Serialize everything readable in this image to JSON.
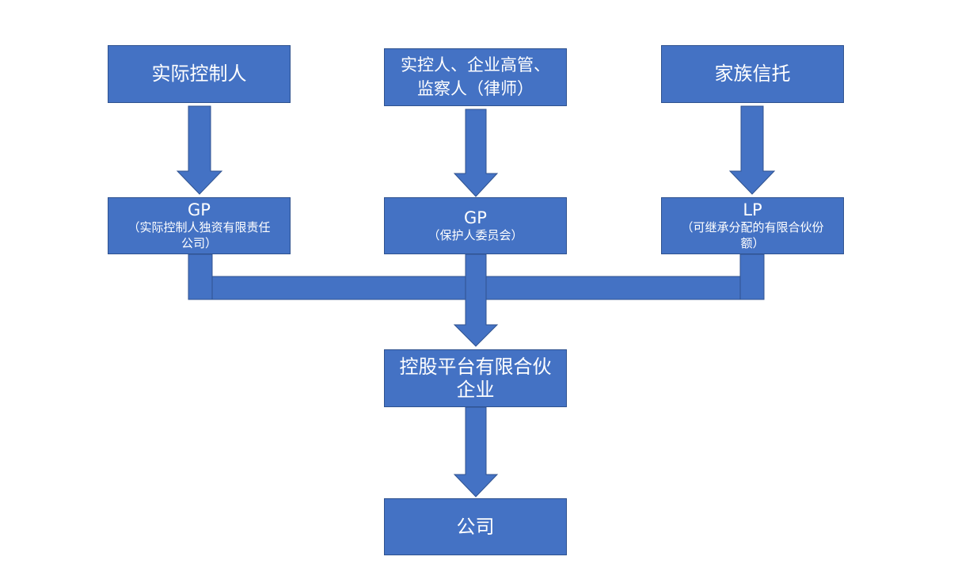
{
  "colors": {
    "box_fill": "#4472c4",
    "box_border": "#2f528f",
    "text": "#ffffff",
    "background": "#ffffff"
  },
  "nodes": {
    "actual_controller": {
      "label": "实际控制人"
    },
    "executives": {
      "line1": "实控人、企业高管、",
      "line2": "监察人（律师）"
    },
    "family_trust": {
      "label": "家族信托"
    },
    "gp_left": {
      "title": "GP",
      "line1": "（实际控制人独资有限责任",
      "line2": "公司）"
    },
    "gp_middle": {
      "title": "GP",
      "line1": "（保护人委员会）"
    },
    "lp_right": {
      "title": "LP",
      "line1": "（可继承分配的有限合伙份",
      "line2": "额）"
    },
    "holding_platform": {
      "line1": "控股平台有限合伙",
      "line2": "企业"
    },
    "company": {
      "label": "公司"
    }
  }
}
